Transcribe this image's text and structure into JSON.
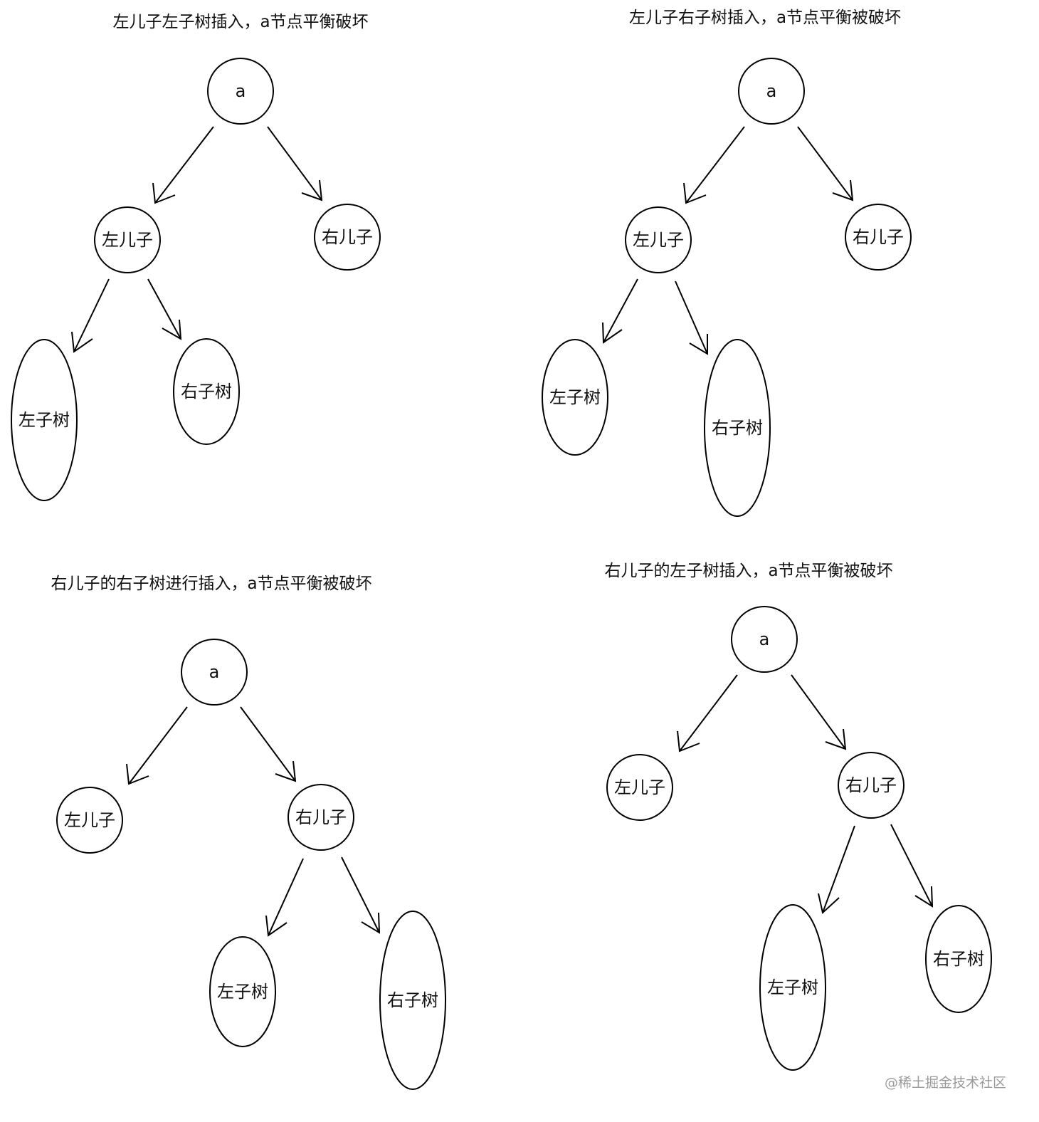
{
  "diagrams": [
    {
      "id": "ll",
      "title": "左儿子左子树插入，a节点平衡破坏",
      "nodes": {
        "root": "a",
        "left_child": "左儿子",
        "right_child": "右儿子",
        "left_subtree": "左子树",
        "right_subtree": "右子树"
      }
    },
    {
      "id": "lr",
      "title": "左儿子右子树插入，a节点平衡被破坏",
      "nodes": {
        "root": "a",
        "left_child": "左儿子",
        "right_child": "右儿子",
        "left_subtree": "左子树",
        "right_subtree": "右子树"
      }
    },
    {
      "id": "rr",
      "title": "右儿子的右子树进行插入，a节点平衡被破坏",
      "nodes": {
        "root": "a",
        "left_child": "左儿子",
        "right_child": "右儿子",
        "left_subtree": "左子树",
        "right_subtree": "右子树"
      }
    },
    {
      "id": "rl",
      "title": "右儿子的左子树插入，a节点平衡被破坏",
      "nodes": {
        "root": "a",
        "left_child": "左儿子",
        "right_child": "右儿子",
        "left_subtree": "左子树",
        "right_subtree": "右子树"
      }
    }
  ],
  "watermark": "@稀土掘金技术社区",
  "colors": {
    "stroke": "#000000",
    "text": "#111111",
    "watermark": "#9a9a9a",
    "background": "#ffffff"
  }
}
